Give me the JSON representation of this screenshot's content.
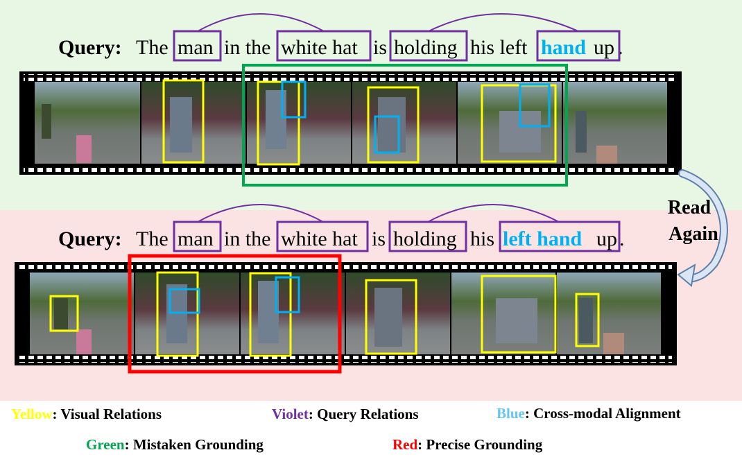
{
  "top_query": {
    "label": "Query:",
    "w1": "The",
    "w2": "man",
    "w3": "in the",
    "w4": "white hat",
    "w5": "is",
    "w6": "holding",
    "w7": "his left",
    "w8": "hand",
    "w9": "up",
    "w10": "."
  },
  "bottom_query": {
    "label": "Query:",
    "w1": "The",
    "w2": "man",
    "w3": "in the",
    "w4": "white hat",
    "w5": "is",
    "w6": "holding",
    "w7": "his",
    "w8": "left hand",
    "w9": "up",
    "w10": "."
  },
  "arrow": {
    "line1": "Read",
    "line2": "Again"
  },
  "legend": {
    "yellow_word": "Yellow",
    "yellow_text": ": Visual Relations",
    "violet_word": "Violet",
    "violet_text": ": Query Relations",
    "blue_word": "Blue",
    "blue_text": ": Cross-modal Alignment",
    "green_word": "Green",
    "green_text": ": Mistaken Grounding",
    "red_word": "Red",
    "red_text": ": Precise Grounding"
  },
  "colors": {
    "yellow": "#ffff00",
    "violet": "#7030a0",
    "blue": "#00b0f0",
    "green": "#00a650",
    "red": "#ff0000",
    "top_bg": "#e8f7e4",
    "bottom_bg": "#fbe3e3"
  }
}
